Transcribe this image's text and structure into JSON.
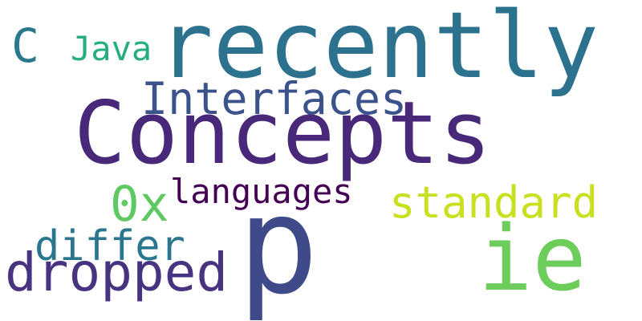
{
  "words": [
    {
      "text": "recently",
      "color": "#2c728e"
    },
    {
      "text": "Concepts",
      "color": "#482878"
    },
    {
      "text": "C",
      "color": "#2a788e"
    },
    {
      "text": "Java",
      "color": "#27ad81"
    },
    {
      "text": "Interfaces",
      "color": "#3b528b"
    },
    {
      "text": "standard",
      "color": "#c8e020"
    },
    {
      "text": "0x",
      "color": "#5ec962"
    },
    {
      "text": "languages",
      "color": "#440154"
    },
    {
      "text": "p",
      "color": "#3e4a89"
    },
    {
      "text": "ie",
      "color": "#6ccd5a"
    },
    {
      "text": "differ",
      "color": "#2a768e"
    },
    {
      "text": "dropped",
      "color": "#463480"
    }
  ]
}
